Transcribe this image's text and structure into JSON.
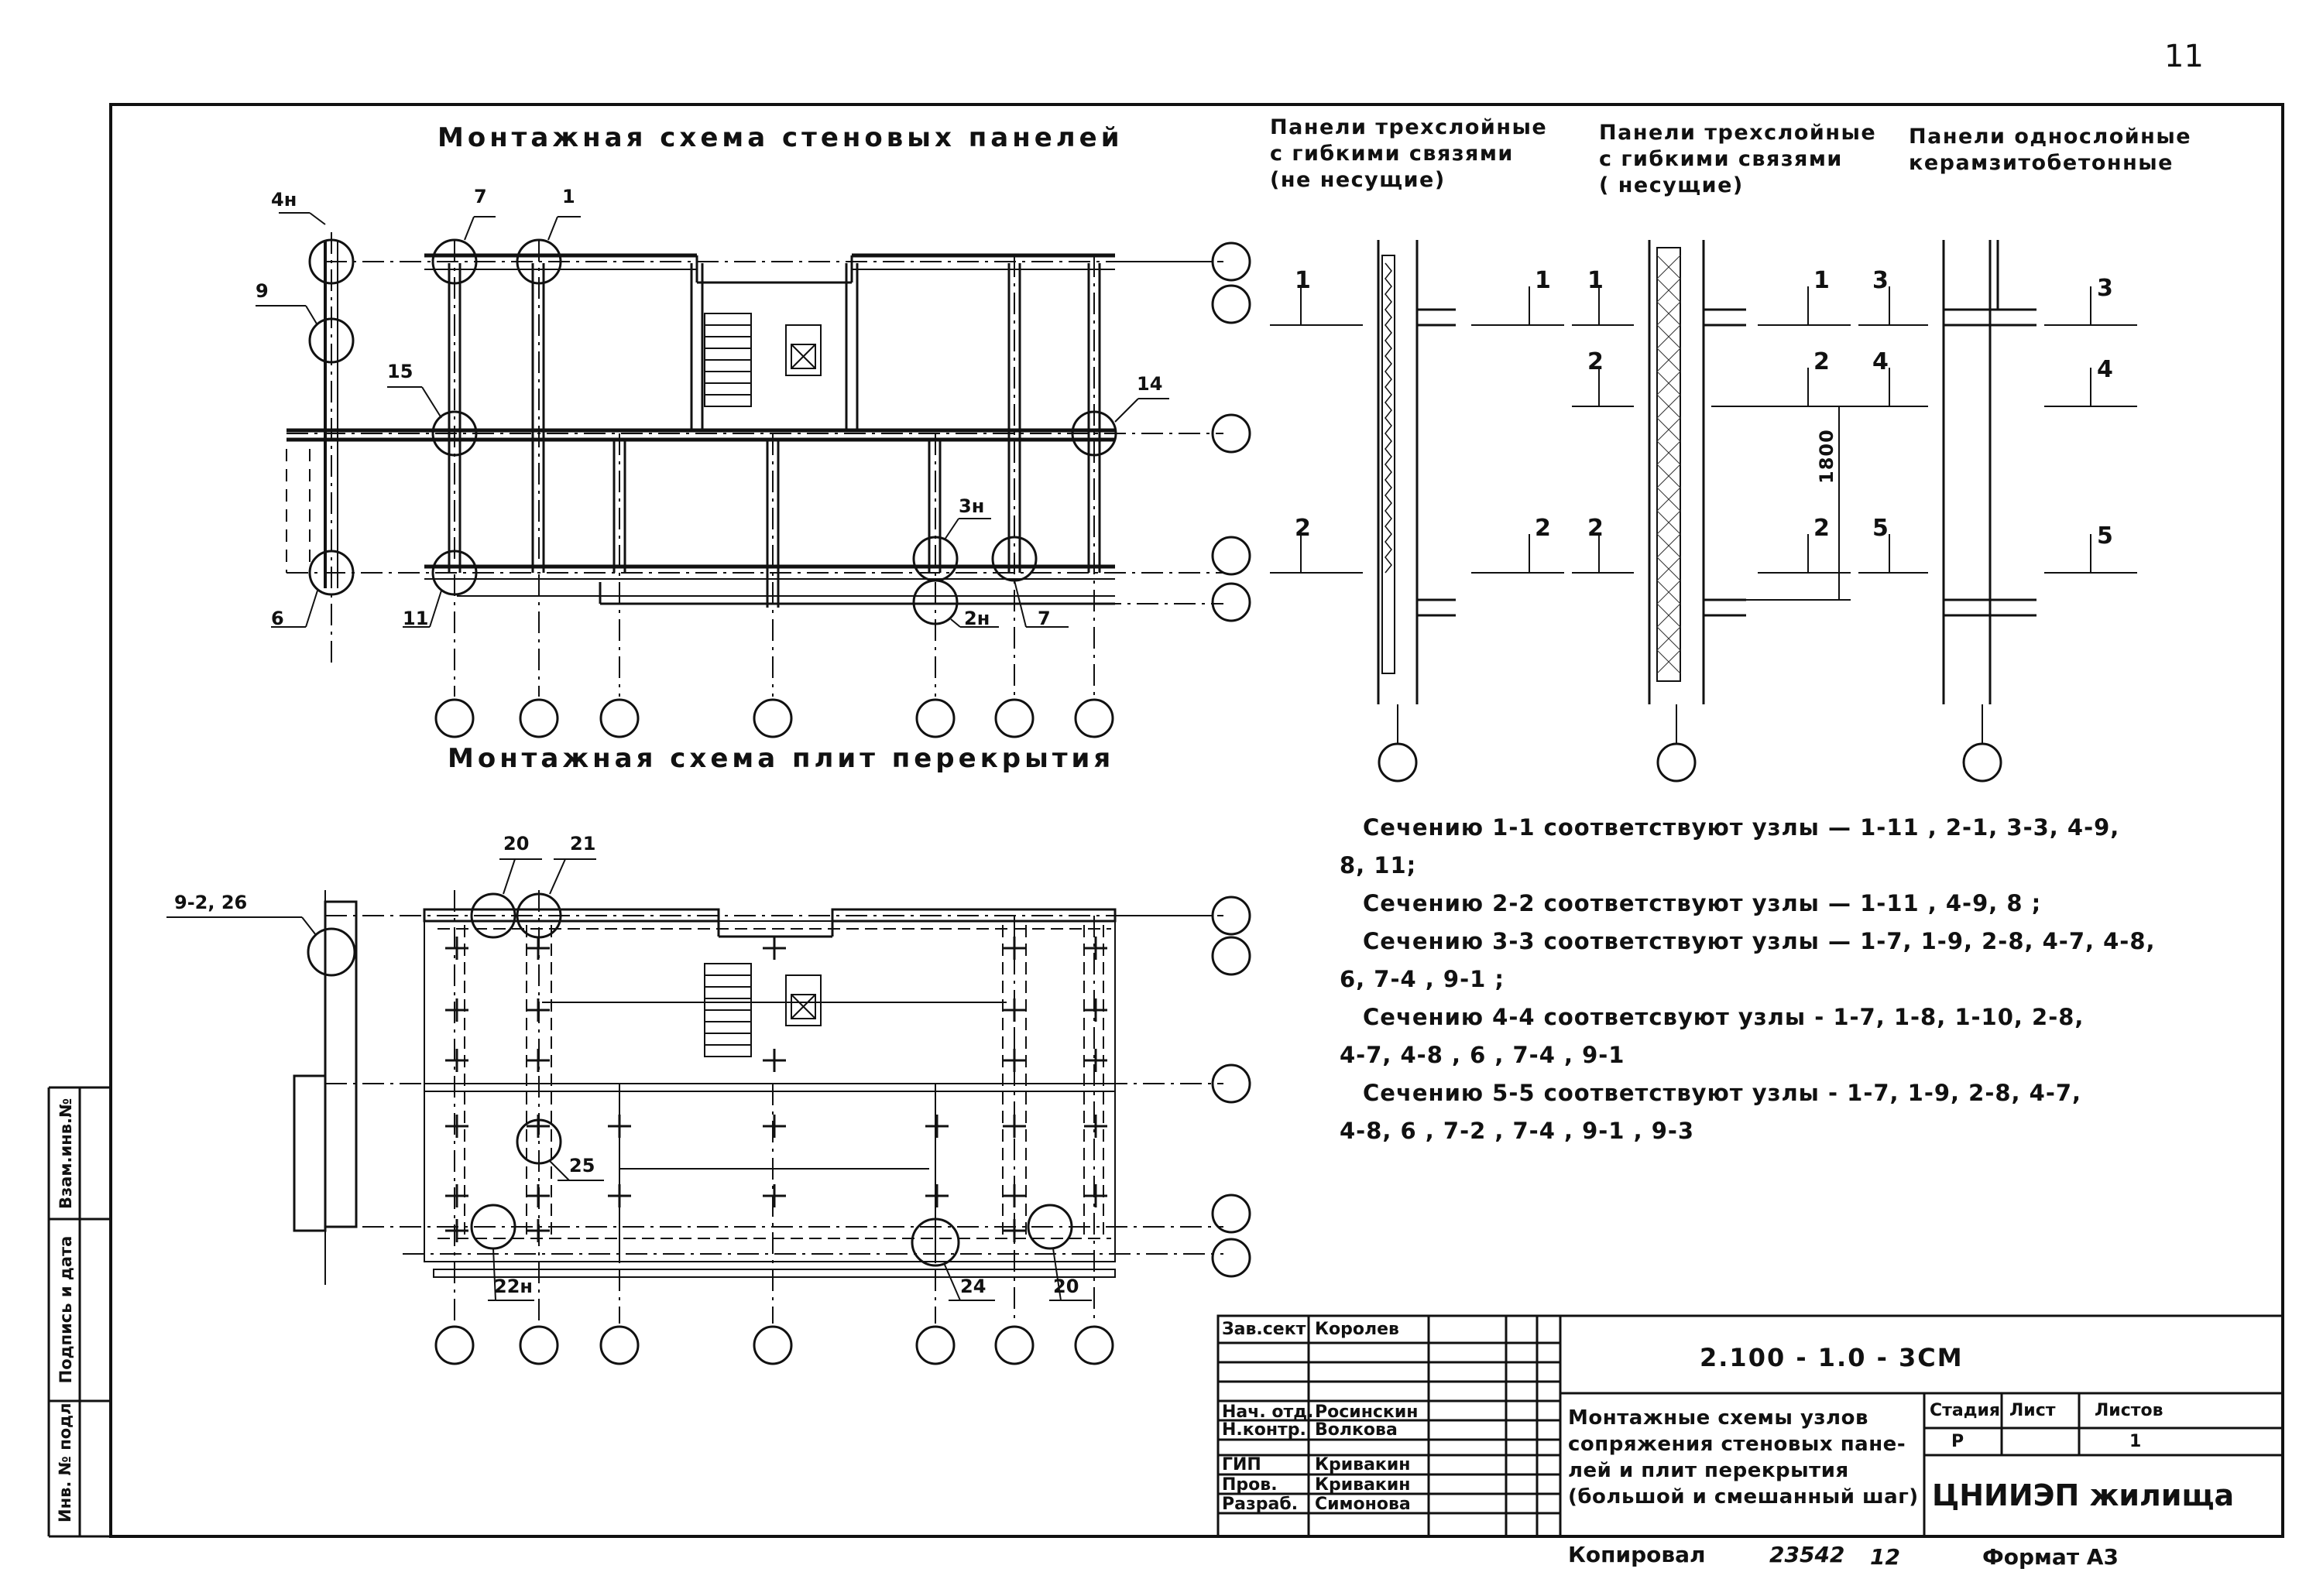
{
  "page_number": "11",
  "wall_scheme": {
    "title": "Монтажная схема стеновых панелей",
    "callouts": [
      "4н",
      "7",
      "1",
      "9",
      "15",
      "14",
      "3н",
      "6",
      "11",
      "2н",
      "7"
    ]
  },
  "slab_scheme": {
    "title": "Монтажная схема плит перекрытия",
    "callouts": [
      "20",
      "21",
      "9-2, 26",
      "25",
      "22н",
      "24",
      "20"
    ]
  },
  "panel_types": [
    {
      "header": "Панели трехслойные\nс гибкими связями\n(не несущие)",
      "section_marks": [
        "1",
        "1",
        "2",
        "2"
      ]
    },
    {
      "header": "Панели трехслойные\nс гибкими связями\n( несущие)",
      "section_marks": [
        "1",
        "1",
        "2",
        "2",
        "2",
        "2"
      ],
      "dimension": "1800"
    },
    {
      "header": "Панели однослойные\nкерамзитобетонные",
      "section_marks": [
        "3",
        "3",
        "4",
        "4",
        "5",
        "5"
      ]
    }
  ],
  "notes": [
    "Сечению 1-1 соответствуют узлы — 1-11 , 2-1, 3-3, 4-9,",
    "8, 11;",
    "Сечению 2-2 соответствуют узлы — 1-11 , 4-9, 8 ;",
    "Сечению 3-3 соответствуют узлы — 1-7, 1-9, 2-8, 4-7, 4-8,",
    "6,  7-4 , 9-1 ;",
    "Сечению 4-4 соответсвуют узлы - 1-7, 1-8, 1-10, 2-8,",
    "4-7, 4-8 , 6 ,  7-4 , 9-1",
    "Сечению 5-5 соответствуют узлы - 1-7, 1-9, 2-8, 4-7,",
    "4-8, 6 ,  7-2 , 7-4 , 9-1 , 9-3"
  ],
  "title_block": {
    "signatures": [
      {
        "role": "Зав.сект",
        "name": "Королев"
      },
      {
        "role": "Нач. отд.",
        "name": "Росинскин"
      },
      {
        "role": "Н.контр.",
        "name": "Волкова"
      },
      {
        "role": "ГИП",
        "name": "Кривакин"
      },
      {
        "role": "Пров.",
        "name": "Кривакин"
      },
      {
        "role": "Разраб.",
        "name": "Симонова"
      }
    ],
    "document_code": "2.100 - 1.0 - 3СМ",
    "drawing_title": "Монтажные схемы узлов\nсопряжения стеновых пане-\nлей и плит перекрытия\n(большой и смешанный шаг)",
    "stage_label": "Стадия",
    "sheet_label": "Лист",
    "sheets_label": "Листов",
    "stage": "Р",
    "sheets": "1",
    "organization": "ЦНИИЭП жилища",
    "copied_label": "Копировал",
    "copied_number": "23542",
    "copied_extra": "12",
    "format_label": "Формат А3"
  },
  "side_stamp": [
    "Инв. № подл",
    "Подпись и дата",
    "Взам.инв.№"
  ]
}
